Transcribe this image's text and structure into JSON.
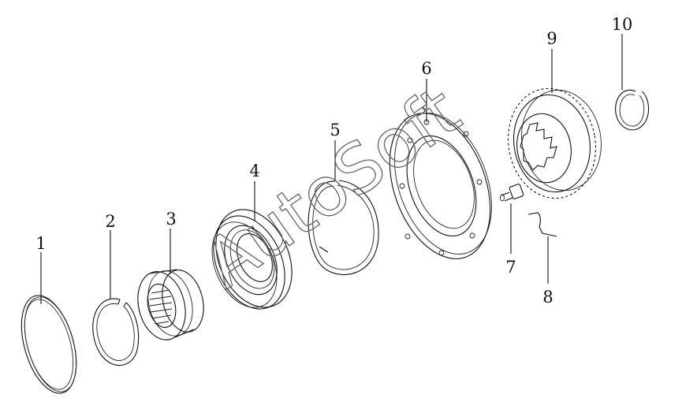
{
  "diagram": {
    "parts": [
      {
        "id": "part-1",
        "label": "1"
      },
      {
        "id": "part-2",
        "label": "2"
      },
      {
        "id": "part-3",
        "label": "3"
      },
      {
        "id": "part-4",
        "label": "4"
      },
      {
        "id": "part-5",
        "label": "5"
      },
      {
        "id": "part-6",
        "label": "6"
      },
      {
        "id": "part-7",
        "label": "7"
      },
      {
        "id": "part-8",
        "label": "8"
      },
      {
        "id": "part-9",
        "label": "9"
      },
      {
        "id": "part-10",
        "label": "10"
      }
    ],
    "watermark": "AutoSoft"
  }
}
